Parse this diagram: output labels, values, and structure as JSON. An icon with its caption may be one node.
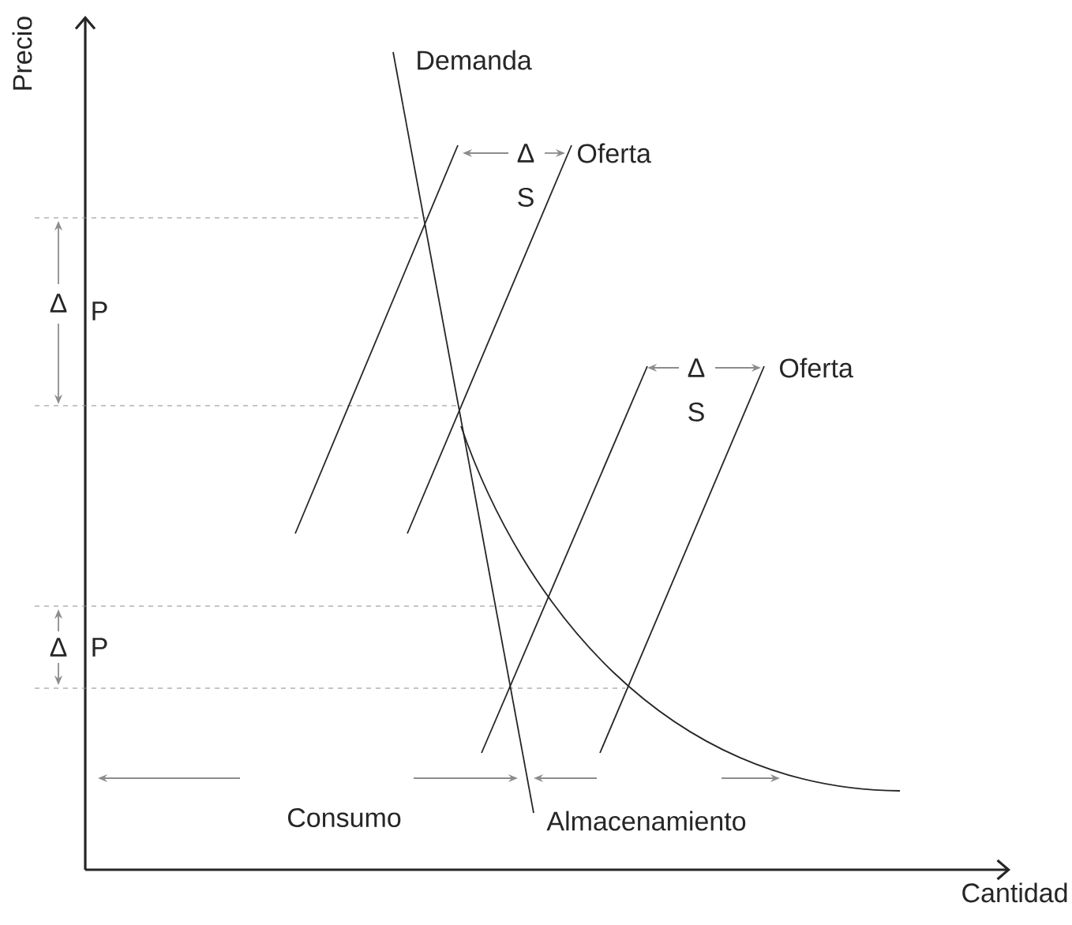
{
  "diagram": {
    "labels": [
      "Precio",
      "Demanda",
      "Δ",
      "Oferta",
      "S",
      "Δ",
      "P",
      "Δ",
      "Oferta",
      "S",
      "Δ",
      "P",
      "Consumo",
      "Almacenamiento",
      "Cantidad"
    ]
  }
}
